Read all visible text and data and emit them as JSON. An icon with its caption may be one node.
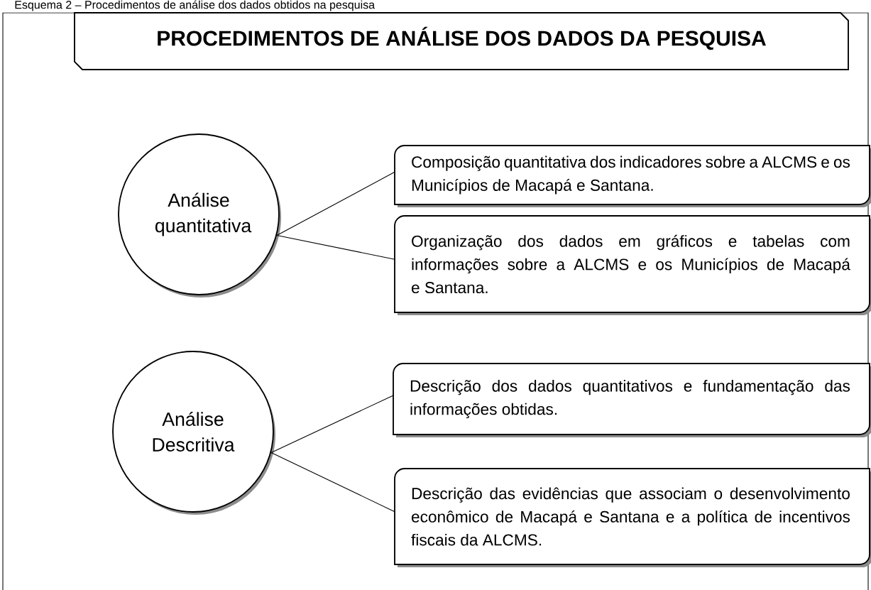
{
  "diagram": {
    "caption": "Esquema 2 – Procedimentos de análise dos dados obtidos na pesquisa",
    "nodes": [
      {
        "text": [
          "PROCEDIMENTOS DE ANÁLISE DOS DADOS DA PESQUISA"
        ]
      },
      {
        "text": [
          "Análise quantitativa"
        ]
      },
      {
        "text": [
          "Composição quantitativa dos indicadores sobre a ALCMS e os Municípios de Macapá e Santana."
        ]
      },
      {
        "text": [
          "Organização dos dados em gráficos e tabelas com informações sobre a ALCMS e os Municípios de Macapá e Santana."
        ]
      },
      {
        "text": [
          "Análise Descritiva"
        ]
      },
      {
        "text": [
          "Descrição dos dados quantitativos e fundamentação das informações obtidas."
        ]
      },
      {
        "text": [
          "Descrição das evidências que associam o desenvolvimento econômico de Macapá e Santana e a política de incentivos fiscais da ALCMS."
        ]
      }
    ],
    "edges": [
      {
        "from": 1,
        "to": 2,
        "arrow": "none"
      },
      {
        "from": 1,
        "to": 3,
        "arrow": "none"
      },
      {
        "from": 4,
        "to": 5,
        "arrow": "none"
      },
      {
        "from": 4,
        "to": 6,
        "arrow": "none"
      }
    ]
  }
}
